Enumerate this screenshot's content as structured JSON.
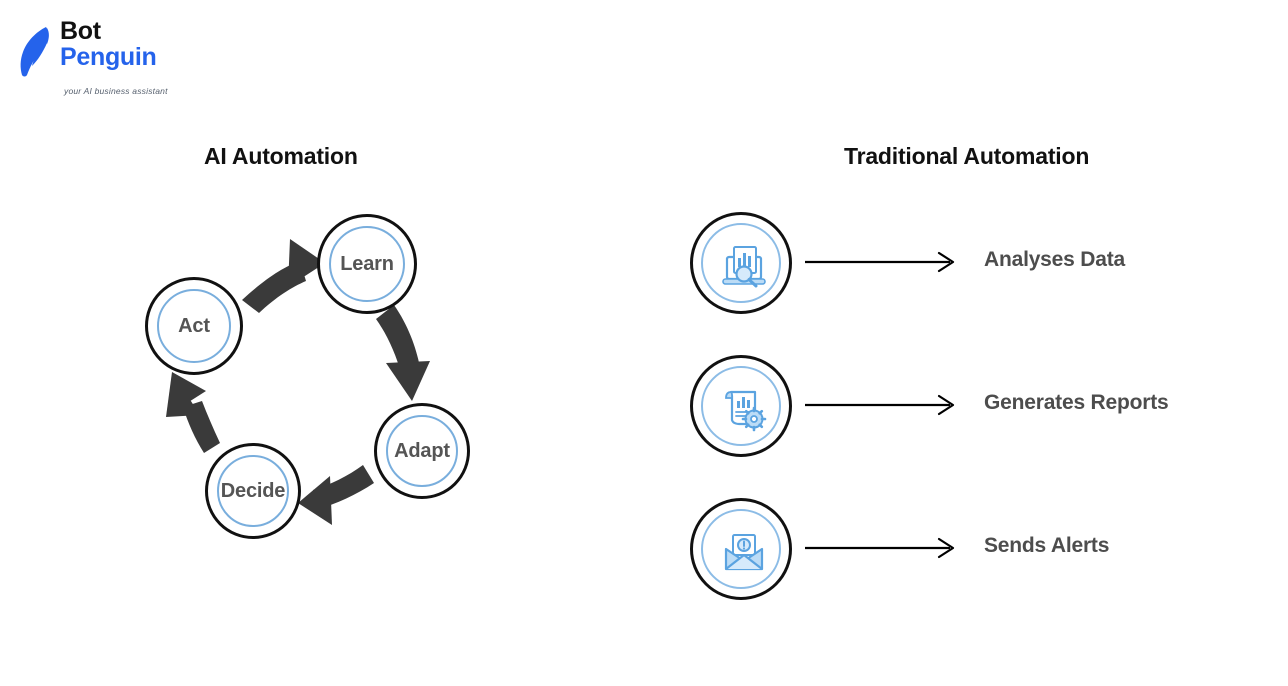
{
  "brand": {
    "name_line1": "Bot",
    "name_line2": "Penguin",
    "tagline": "your AI business assistant",
    "logo_icon": "penguin-icon",
    "brand_blue": "#2563eb",
    "brand_black": "#111111"
  },
  "left_panel": {
    "title": "AI Automation",
    "type": "cycle",
    "direction": "clockwise",
    "node_ring_color": "#79aedd",
    "node_border_color": "#111111",
    "arrow_color": "#3a3a3a",
    "nodes": [
      {
        "label": "Act"
      },
      {
        "label": "Learn"
      },
      {
        "label": "Adapt"
      },
      {
        "label": "Decide"
      }
    ],
    "edges": [
      {
        "from": "Act",
        "to": "Learn"
      },
      {
        "from": "Learn",
        "to": "Adapt"
      },
      {
        "from": "Adapt",
        "to": "Decide"
      },
      {
        "from": "Decide",
        "to": "Act"
      }
    ]
  },
  "right_panel": {
    "title": "Traditional Automation",
    "icon_color": "#5ba3e0",
    "icon_ring_color": "#8cbce6",
    "arrow_color": "#000000",
    "rows": [
      {
        "icon": "laptop-chart-magnifier-icon",
        "label": "Analyses Data"
      },
      {
        "icon": "report-gear-icon",
        "label": "Generates Reports"
      },
      {
        "icon": "envelope-alert-icon",
        "label": "Sends Alerts"
      }
    ]
  }
}
